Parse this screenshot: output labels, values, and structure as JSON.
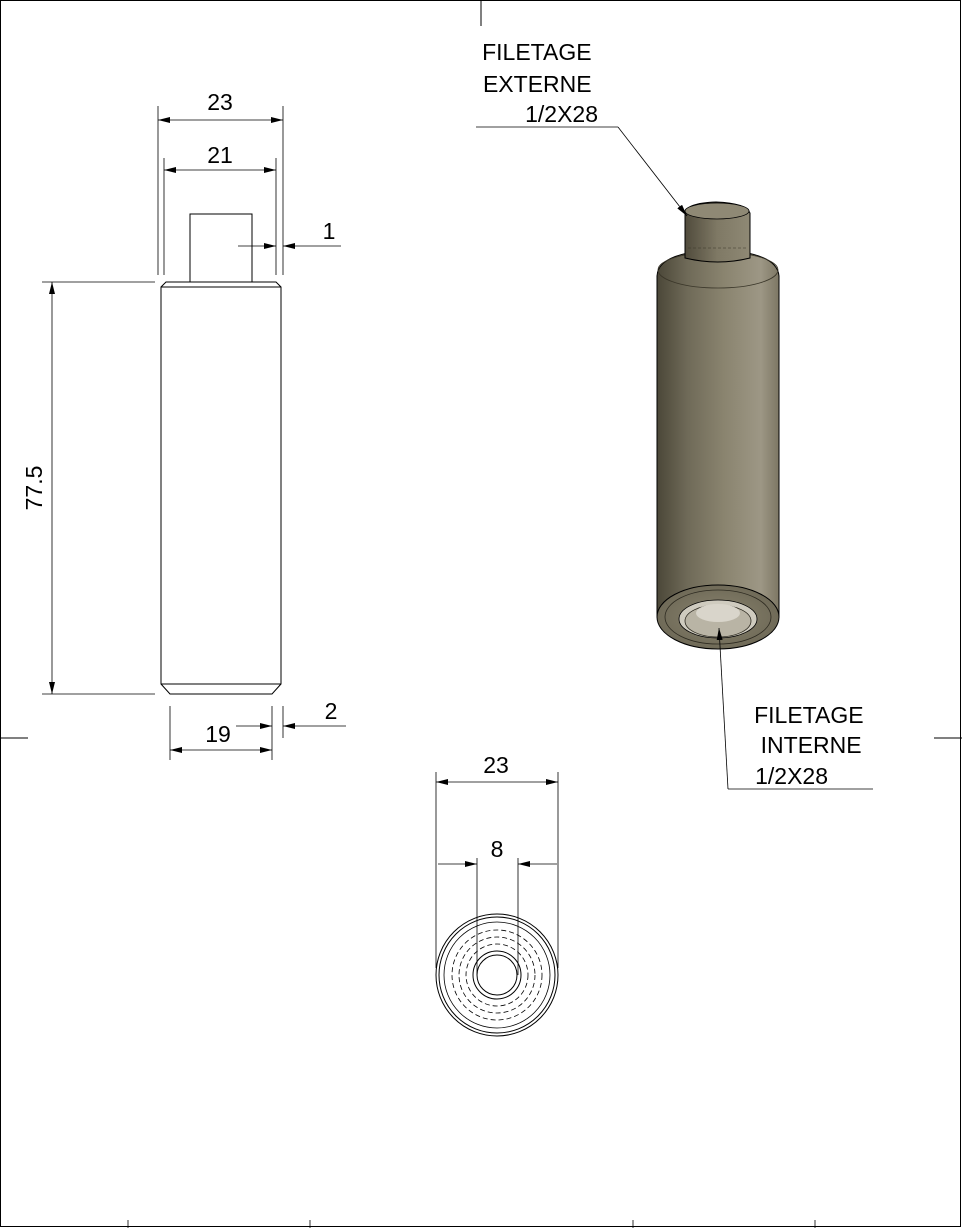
{
  "side_view": {
    "dim_overall_width": "23",
    "dim_thread_width": "21",
    "dim_chamfer_top": "1",
    "dim_length": "77.5",
    "dim_bottom_width": "19",
    "dim_chamfer_bottom": "2"
  },
  "iso_view": {
    "note_external": [
      "FILETAGE",
      "EXTERNE",
      "1/2X28"
    ],
    "note_internal": [
      "FILETAGE",
      "INTERNE",
      "1/2X28"
    ]
  },
  "end_view": {
    "dim_outer_diameter": "23",
    "dim_bore_diameter": "8"
  },
  "colors": {
    "line": "#000000",
    "metal_dark": "#55503f",
    "metal_mid": "#857e6a",
    "metal_light": "#9c9683"
  }
}
